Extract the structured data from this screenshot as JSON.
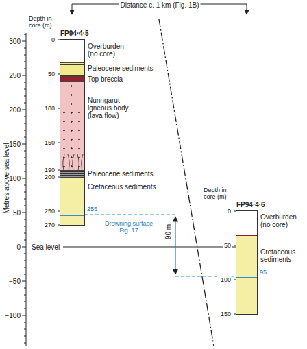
{
  "diagram": {
    "nodes": [
      {
        "text": [
          "Depth in core (m)",
          "FP94·4·5"
        ]
      },
      {
        "text": [
          "Overburden (no core)"
        ],
        "in": 0
      },
      {
        "text": [
          "Paleocene sediments"
        ],
        "in": 0
      },
      {
        "text": [
          "Top breccia"
        ],
        "in": 0
      },
      {
        "text": [
          "Nunngarut igneous body (lava flow)"
        ],
        "in": 0
      },
      {
        "text": [
          "Paleocene sediments"
        ],
        "in": 0
      },
      {
        "text": [
          "Cretaceous sediments"
        ],
        "in": 0
      },
      {
        "text": [
          "Depth in core (m)",
          "FP94·4·6"
        ]
      },
      {
        "text": [
          "Overburden (no core)"
        ],
        "in": 7
      },
      {
        "text": [
          "Cretaceous sediments"
        ],
        "in": 7
      }
    ],
    "labels": [
      "Distance c. 1 km (Fig. 1B)",
      "Metres above sea level",
      "300",
      "250",
      "200",
      "150",
      "100",
      "50",
      "0",
      "−50",
      "−100",
      "Sea level",
      "0",
      "50",
      "100",
      "150",
      "190",
      "200",
      "250",
      "270",
      "255",
      "Drowning surface Fig. 17",
      "90 m",
      "0",
      "50",
      "95",
      "100",
      "150"
    ]
  }
}
